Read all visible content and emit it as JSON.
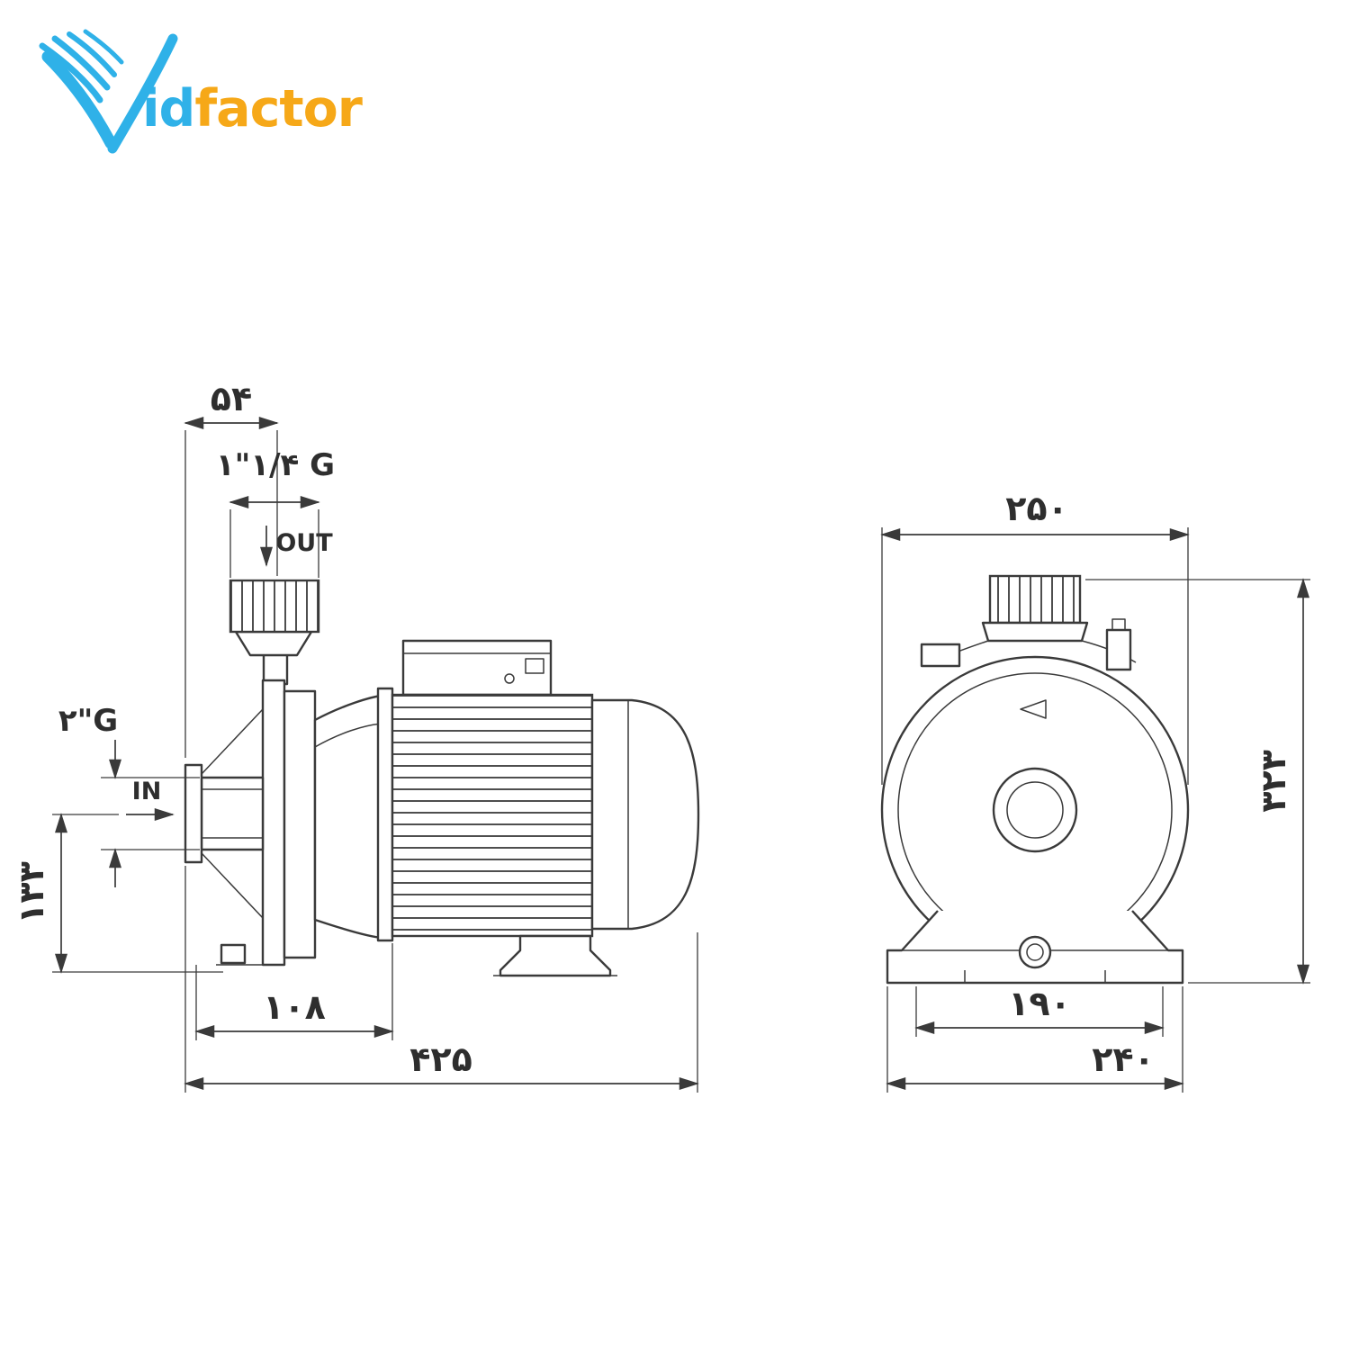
{
  "page": {
    "background": "#ffffff"
  },
  "logo": {
    "id_text": "id",
    "factor_text": "factor",
    "blue": "#2fb1e8",
    "orange": "#f6a818"
  },
  "drawing": {
    "line_color": "#3a3a3a",
    "side_view": {
      "dim_outlet_offset": "۵۴",
      "outlet_thread": "۱\"۱/۴ G",
      "outlet_label": "OUT",
      "inlet_thread": "۲\"G",
      "inlet_label": "IN",
      "dim_inlet_center_height": "۱۳۳",
      "dim_pump_length": "۱۰۸",
      "dim_total_length": "۴۲۵"
    },
    "front_view": {
      "dim_body_width": "۲۵۰",
      "dim_total_height": "۳۲۳",
      "dim_foot_holes": "۱۹۰",
      "dim_base_width": "۲۴۰"
    }
  }
}
